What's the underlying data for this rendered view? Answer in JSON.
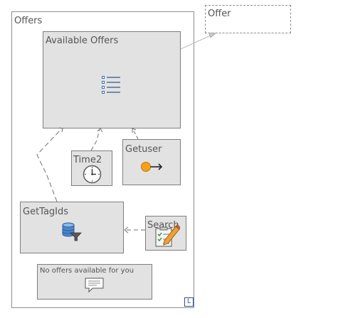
{
  "diagram": {
    "frame": {
      "label": "Offers",
      "corner_mark": "L"
    },
    "external_note": {
      "label": "Offer"
    },
    "nodes": {
      "available_offers": {
        "label": "Available Offers",
        "icon": "list-icon"
      },
      "time2": {
        "label": "Time2",
        "icon": "clock-icon"
      },
      "getuser": {
        "label": "Getuser",
        "icon": "event-arrow-icon"
      },
      "gettagids": {
        "label": "GetTagIds",
        "icon": "database-filter-icon"
      },
      "search": {
        "label": "Search",
        "icon": "checklist-pencil-icon"
      },
      "no_offers": {
        "label": "No offers available for you",
        "icon": "speech-bubble-icon"
      }
    },
    "colors": {
      "node_fill": "#e2e2e2",
      "node_border": "#7e7e7e",
      "link": "#707070",
      "accent_orange": "#f5a21b",
      "accent_blue": "#4a7fc1"
    }
  }
}
